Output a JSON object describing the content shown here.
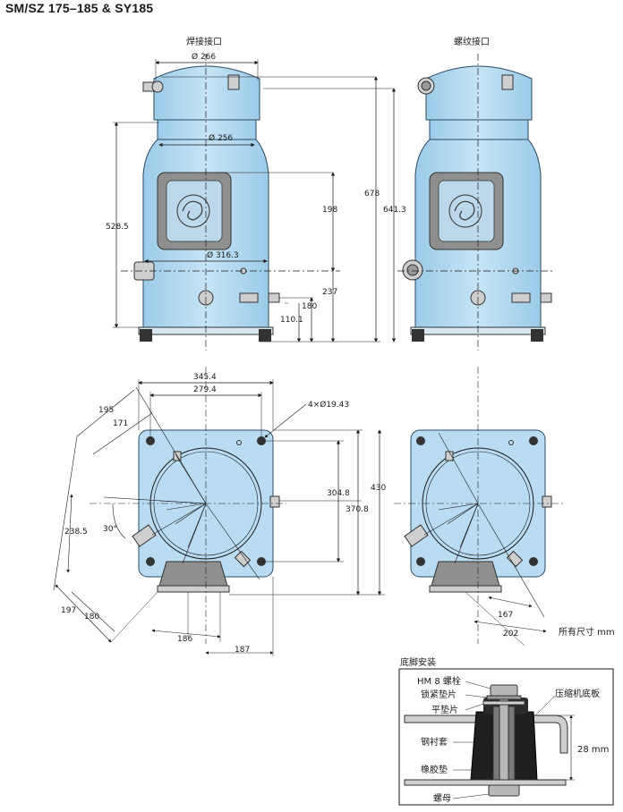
{
  "page": {
    "title": "SM/SZ 175–185 & SY185",
    "units_note": "所有尺寸 mm"
  },
  "front_views": {
    "left_label": "焊接接口",
    "right_label": "螺纹接口"
  },
  "dimensions": {
    "top_diameter": "Ø 266",
    "shell_diameter": "Ø 256",
    "base_diameter": "Ø 316.3",
    "total_height": "678",
    "height_641": "641.3",
    "height_528": "528.5",
    "port_height_198": "198",
    "port_height_237": "237",
    "port_height_180": "180",
    "port_height_110": "110.1"
  },
  "plan_dimensions": {
    "width_345": "345.4",
    "width_279": "279.4",
    "holes": "4×Ø19.43",
    "d195": "195",
    "d171": "171",
    "d304": "304.8",
    "d370": "370.8",
    "d430": "430",
    "d238": "238.5",
    "angle": "30°",
    "d197": "197",
    "d180": "180",
    "d186": "186",
    "d187": "187",
    "d167": "167",
    "d202": "202"
  },
  "mounting": {
    "title": "底脚安装",
    "bolt": "HM 8 螺栓",
    "lock_washer": "锁紧垫片",
    "flat_washer": "平垫片",
    "steel_sleeve": "钢衬套",
    "rubber_grommet": "橡胶垫",
    "nut": "螺母",
    "base_plate": "压缩机底板",
    "height": "28 mm"
  },
  "colors": {
    "body_fill": "#b9dcf2",
    "body_stroke": "#2a4a66",
    "box_fill": "#8f8f8f",
    "line": "#1a1a1a"
  }
}
